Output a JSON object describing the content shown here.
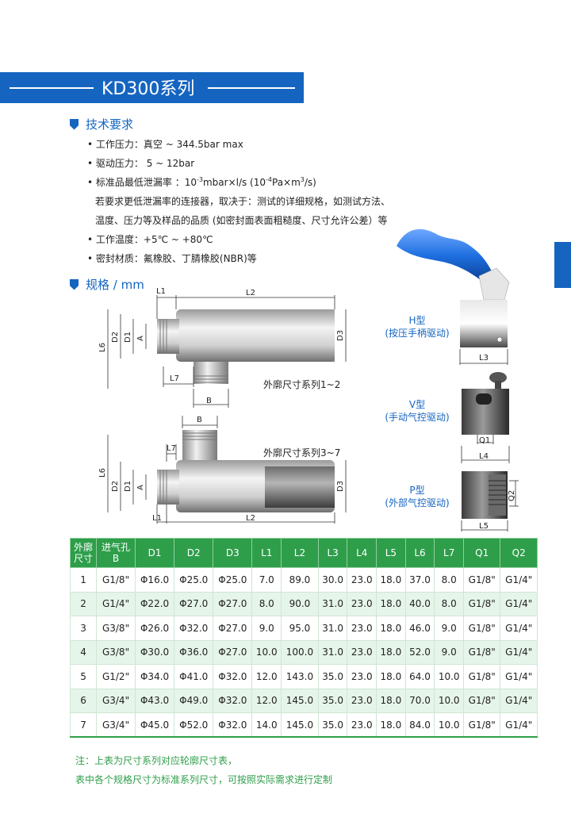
{
  "title": "KD300系列",
  "sections": {
    "tech": "技术要求",
    "spec": "规格 / mm"
  },
  "requirements": {
    "pressure": "• 工作压力：真空 ~ 344.5bar  max",
    "drive": "• 驱动压力： 5 ~ 12bar",
    "leak_a": "• 标准品最低泄漏率 ：10",
    "leak_exp1": "-3",
    "leak_b": "mbar×l/s (10",
    "leak_exp2": "-4",
    "leak_c": "Pa×m",
    "leak_exp3": "3",
    "leak_d": "/s)",
    "note1": "若要求更低泄漏率的连接器，取决于：测试的详细规格，如测试方法、",
    "note2": "温度、压力等及样品的品质 (如密封面表面粗糙度、尺寸允许公差）等",
    "temp": "• 工作温度：+5℃ ~ +80℃",
    "seal": "• 密封材质：氟橡胶、丁腈橡胶(NBR)等"
  },
  "drawing_labels": {
    "L1": "L1",
    "L2": "L2",
    "L3": "L3",
    "L4": "L4",
    "L5": "L5",
    "L6": "L6",
    "L7": "L7",
    "D1": "D1",
    "D2": "D2",
    "D3": "D3",
    "A": "A",
    "B": "B",
    "Q1": "Q1",
    "Q2": "Q2"
  },
  "captions": {
    "series_1_2": "外廓尺寸系列1~2",
    "series_3_7": "外廓尺寸系列3~7"
  },
  "types": {
    "h_name": "H型",
    "h_desc": "(按压手柄驱动)",
    "v_name": "V型",
    "v_desc": "(手动气控驱动)",
    "p_name": "P型",
    "p_desc": "(外部气控驱动)"
  },
  "table": {
    "h0a": "外廓",
    "h0b": "尺寸",
    "h1a": "进气孔",
    "h1b": "B",
    "h2": "D1",
    "h3": "D2",
    "h4": "D3",
    "h5": "L1",
    "h6": "L2",
    "h7": "L3",
    "h8": "L4",
    "h9": "L5",
    "h10": "L6",
    "h11": "L7",
    "h12": "Q1",
    "h13": "Q2",
    "rows": [
      [
        "1",
        "G1/8\"",
        "Φ16.0",
        "Φ25.0",
        "Φ25.0",
        "7.0",
        "89.0",
        "30.0",
        "23.0",
        "18.0",
        "37.0",
        "8.0",
        "G1/8\"",
        "G1/4\""
      ],
      [
        "2",
        "G1/4\"",
        "Φ22.0",
        "Φ27.0",
        "Φ27.0",
        "8.0",
        "90.0",
        "31.0",
        "23.0",
        "18.0",
        "40.0",
        "8.0",
        "G1/8\"",
        "G1/4\""
      ],
      [
        "3",
        "G3/8\"",
        "Φ26.0",
        "Φ32.0",
        "Φ27.0",
        "9.0",
        "95.0",
        "31.0",
        "23.0",
        "18.0",
        "46.0",
        "9.0",
        "G1/8\"",
        "G1/4\""
      ],
      [
        "4",
        "G3/8\"",
        "Φ30.0",
        "Φ36.0",
        "Φ27.0",
        "10.0",
        "100.0",
        "31.0",
        "23.0",
        "18.0",
        "52.0",
        "9.0",
        "G1/8\"",
        "G1/4\""
      ],
      [
        "5",
        "G1/2\"",
        "Φ34.0",
        "Φ41.0",
        "Φ32.0",
        "12.0",
        "143.0",
        "35.0",
        "23.0",
        "18.0",
        "64.0",
        "10.0",
        "G1/8\"",
        "G1/4\""
      ],
      [
        "6",
        "G3/4\"",
        "Φ43.0",
        "Φ49.0",
        "Φ32.0",
        "12.0",
        "145.0",
        "35.0",
        "23.0",
        "18.0",
        "70.0",
        "10.0",
        "G1/8\"",
        "G1/4\""
      ],
      [
        "7",
        "G3/4\"",
        "Φ45.0",
        "Φ52.0",
        "Φ32.0",
        "14.0",
        "145.0",
        "35.0",
        "23.0",
        "18.0",
        "84.0",
        "10.0",
        "G1/8\"",
        "G1/4\""
      ]
    ]
  },
  "footnote": {
    "line1": "注：上表为尺寸系列对应轮廓尺寸表，",
    "line2": "表中各个规格尺寸为标准系列尺寸，可按照实际需求进行定制"
  },
  "colors": {
    "brand_blue": "#1565c0",
    "table_green": "#2e9e4a",
    "row_alt": "#e6f5e9"
  }
}
